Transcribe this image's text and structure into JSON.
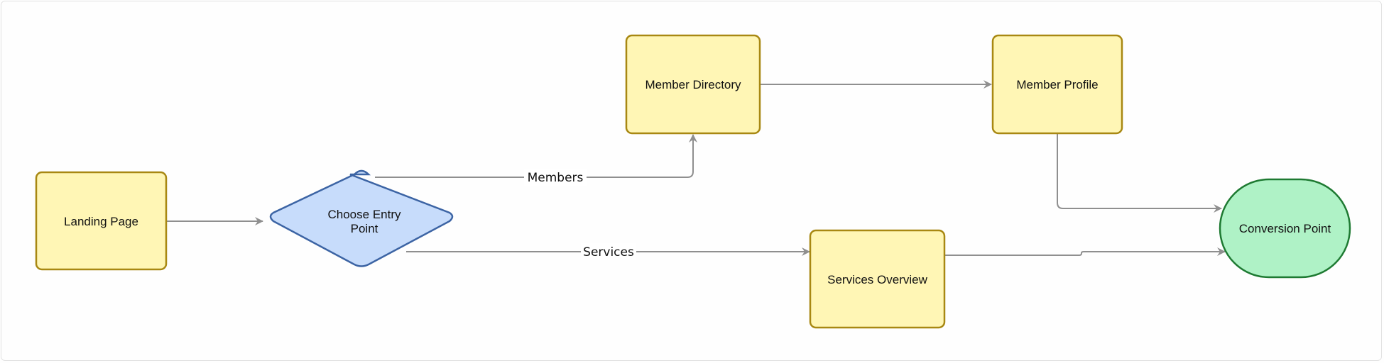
{
  "colors": {
    "process_fill": "#fff6b5",
    "process_stroke": "#a88812",
    "decision_fill": "#c7dcfb",
    "decision_stroke": "#3c64a4",
    "terminal_fill": "#aff2c6",
    "terminal_stroke": "#1e7a32",
    "edge": "#8f8f8f"
  },
  "nodes": {
    "landing": "Landing Page",
    "choose_line1": "Choose Entry",
    "choose_line2": "Point",
    "member_directory": "Member Directory",
    "member_profile": "Member Profile",
    "services_overview": "Services Overview",
    "conversion": "Conversion Point"
  },
  "edges": {
    "members": "Members",
    "services": "Services"
  }
}
